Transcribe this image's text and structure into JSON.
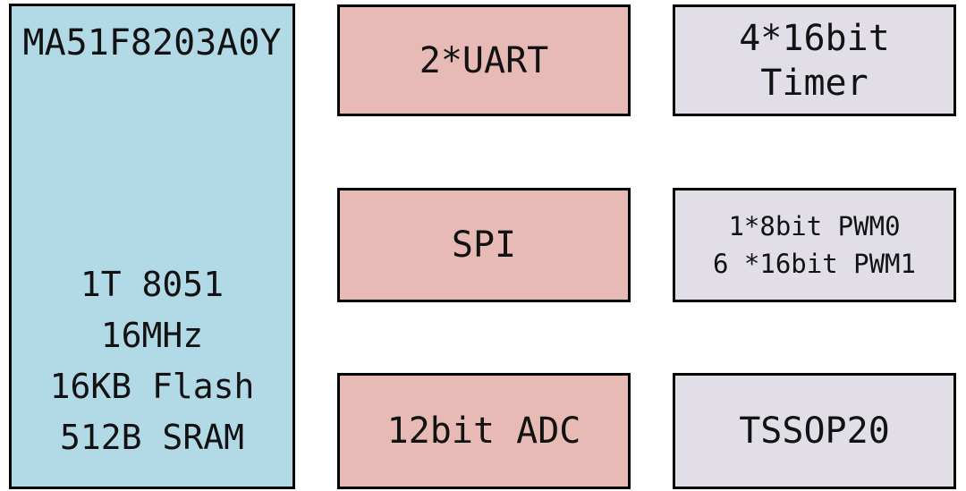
{
  "diagram": {
    "chip": {
      "name": "MA51F8203A0Y",
      "specs": [
        "1T 8051",
        "16MHz",
        "16KB Flash",
        "512B SRAM"
      ]
    },
    "blocks": {
      "uart": {
        "label": "2*UART"
      },
      "spi": {
        "label": "SPI"
      },
      "adc": {
        "label": "12bit ADC"
      },
      "timer": {
        "lines": [
          "4*16bit",
          "Timer"
        ]
      },
      "pwm": {
        "lines": [
          "1*8bit PWM0",
          "6 *16bit PWM1"
        ]
      },
      "package": {
        "label": "TSSOP20"
      }
    },
    "colors": {
      "chip_fill": "#B2DAE6",
      "peripheral_fill": "#E8BAB6",
      "feature_fill": "#E2DEE8",
      "border": "#000000"
    }
  }
}
